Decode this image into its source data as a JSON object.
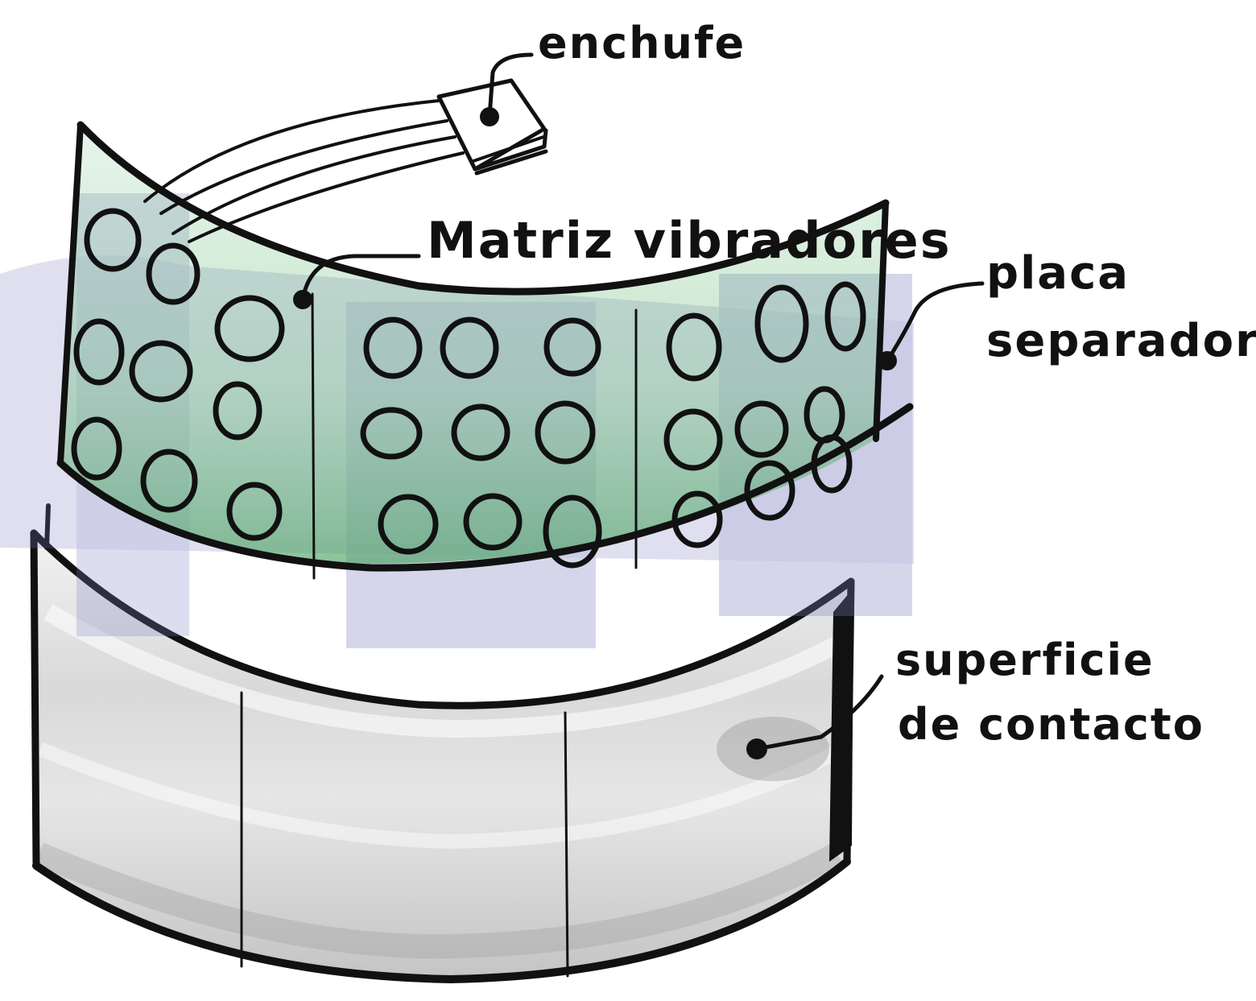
{
  "labels": {
    "encoder": "enchufe",
    "matrix": "Matriz vibradores",
    "plate_line1": "placa",
    "plate_line2": "separadora",
    "surface_line1": "superficie",
    "surface_line2": "de contacto"
  },
  "colors": {
    "ink": "#111111",
    "green_wash": "#5fb870",
    "blue_wash": "#7c7ec0",
    "gray_wash": "#bdbdbd"
  }
}
